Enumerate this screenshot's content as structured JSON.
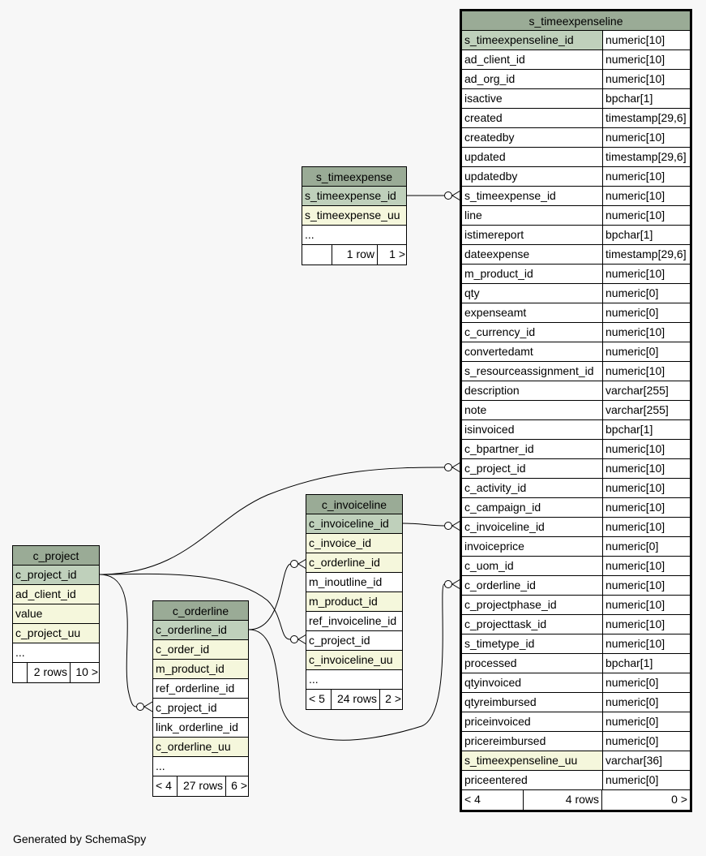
{
  "tables": {
    "s_timeexpenseline": {
      "name": "s_timeexpenseline",
      "columns": [
        {
          "name": "s_timeexpenseline_id",
          "type": "numeric[10]",
          "kind": "pk"
        },
        {
          "name": "ad_client_id",
          "type": "numeric[10]",
          "kind": ""
        },
        {
          "name": "ad_org_id",
          "type": "numeric[10]",
          "kind": ""
        },
        {
          "name": "isactive",
          "type": "bpchar[1]",
          "kind": ""
        },
        {
          "name": "created",
          "type": "timestamp[29,6]",
          "kind": ""
        },
        {
          "name": "createdby",
          "type": "numeric[10]",
          "kind": ""
        },
        {
          "name": "updated",
          "type": "timestamp[29,6]",
          "kind": ""
        },
        {
          "name": "updatedby",
          "type": "numeric[10]",
          "kind": ""
        },
        {
          "name": "s_timeexpense_id",
          "type": "numeric[10]",
          "kind": ""
        },
        {
          "name": "line",
          "type": "numeric[10]",
          "kind": ""
        },
        {
          "name": "istimereport",
          "type": "bpchar[1]",
          "kind": ""
        },
        {
          "name": "dateexpense",
          "type": "timestamp[29,6]",
          "kind": ""
        },
        {
          "name": "m_product_id",
          "type": "numeric[10]",
          "kind": ""
        },
        {
          "name": "qty",
          "type": "numeric[0]",
          "kind": ""
        },
        {
          "name": "expenseamt",
          "type": "numeric[0]",
          "kind": ""
        },
        {
          "name": "c_currency_id",
          "type": "numeric[10]",
          "kind": ""
        },
        {
          "name": "convertedamt",
          "type": "numeric[0]",
          "kind": ""
        },
        {
          "name": "s_resourceassignment_id",
          "type": "numeric[10]",
          "kind": ""
        },
        {
          "name": "description",
          "type": "varchar[255]",
          "kind": ""
        },
        {
          "name": "note",
          "type": "varchar[255]",
          "kind": ""
        },
        {
          "name": "isinvoiced",
          "type": "bpchar[1]",
          "kind": ""
        },
        {
          "name": "c_bpartner_id",
          "type": "numeric[10]",
          "kind": ""
        },
        {
          "name": "c_project_id",
          "type": "numeric[10]",
          "kind": ""
        },
        {
          "name": "c_activity_id",
          "type": "numeric[10]",
          "kind": ""
        },
        {
          "name": "c_campaign_id",
          "type": "numeric[10]",
          "kind": ""
        },
        {
          "name": "c_invoiceline_id",
          "type": "numeric[10]",
          "kind": ""
        },
        {
          "name": "invoiceprice",
          "type": "numeric[0]",
          "kind": ""
        },
        {
          "name": "c_uom_id",
          "type": "numeric[10]",
          "kind": ""
        },
        {
          "name": "c_orderline_id",
          "type": "numeric[10]",
          "kind": ""
        },
        {
          "name": "c_projectphase_id",
          "type": "numeric[10]",
          "kind": ""
        },
        {
          "name": "c_projecttask_id",
          "type": "numeric[10]",
          "kind": ""
        },
        {
          "name": "s_timetype_id",
          "type": "numeric[10]",
          "kind": ""
        },
        {
          "name": "processed",
          "type": "bpchar[1]",
          "kind": ""
        },
        {
          "name": "qtyinvoiced",
          "type": "numeric[0]",
          "kind": ""
        },
        {
          "name": "qtyreimbursed",
          "type": "numeric[0]",
          "kind": ""
        },
        {
          "name": "priceinvoiced",
          "type": "numeric[0]",
          "kind": ""
        },
        {
          "name": "pricereimbursed",
          "type": "numeric[0]",
          "kind": ""
        },
        {
          "name": "s_timeexpenseline_uu",
          "type": "varchar[36]",
          "kind": "fk"
        },
        {
          "name": "priceentered",
          "type": "numeric[0]",
          "kind": ""
        }
      ],
      "footer": {
        "left": "< 4",
        "rows": "4 rows",
        "right": "0 >"
      }
    },
    "s_timeexpense": {
      "name": "s_timeexpense",
      "columns": [
        {
          "name": "s_timeexpense_id",
          "kind": "pk"
        },
        {
          "name": "s_timeexpense_uu",
          "kind": "fk"
        },
        {
          "name": "...",
          "kind": ""
        }
      ],
      "footer": {
        "left": "",
        "rows": "1 row",
        "right": "1 >"
      }
    },
    "c_invoiceline": {
      "name": "c_invoiceline",
      "columns": [
        {
          "name": "c_invoiceline_id",
          "kind": "pk"
        },
        {
          "name": "c_invoice_id",
          "kind": "fk"
        },
        {
          "name": "c_orderline_id",
          "kind": "fk"
        },
        {
          "name": "m_inoutline_id",
          "kind": ""
        },
        {
          "name": "m_product_id",
          "kind": "fk"
        },
        {
          "name": "ref_invoiceline_id",
          "kind": ""
        },
        {
          "name": "c_project_id",
          "kind": ""
        },
        {
          "name": "c_invoiceline_uu",
          "kind": "fk"
        },
        {
          "name": "...",
          "kind": ""
        }
      ],
      "footer": {
        "left": "< 5",
        "rows": "24 rows",
        "right": "2 >"
      }
    },
    "c_project": {
      "name": "c_project",
      "columns": [
        {
          "name": "c_project_id",
          "kind": "pk"
        },
        {
          "name": "ad_client_id",
          "kind": "fk"
        },
        {
          "name": "value",
          "kind": "fk"
        },
        {
          "name": "c_project_uu",
          "kind": "fk"
        },
        {
          "name": "...",
          "kind": ""
        }
      ],
      "footer": {
        "left": "",
        "rows": "2 rows",
        "right": "10 >"
      }
    },
    "c_orderline": {
      "name": "c_orderline",
      "columns": [
        {
          "name": "c_orderline_id",
          "kind": "pk"
        },
        {
          "name": "c_order_id",
          "kind": "fk"
        },
        {
          "name": "m_product_id",
          "kind": "fk"
        },
        {
          "name": "ref_orderline_id",
          "kind": ""
        },
        {
          "name": "c_project_id",
          "kind": ""
        },
        {
          "name": "link_orderline_id",
          "kind": ""
        },
        {
          "name": "c_orderline_uu",
          "kind": "fk"
        },
        {
          "name": "...",
          "kind": ""
        }
      ],
      "footer": {
        "left": "< 4",
        "rows": "27 rows",
        "right": "6 >"
      }
    }
  },
  "generated_by": "Generated by SchemaSpy",
  "colors": {
    "header": "#9aab96",
    "primary_key": "#bfd0bb",
    "foreign_key": "#f5f7dc",
    "background": "#f7f7f7"
  }
}
